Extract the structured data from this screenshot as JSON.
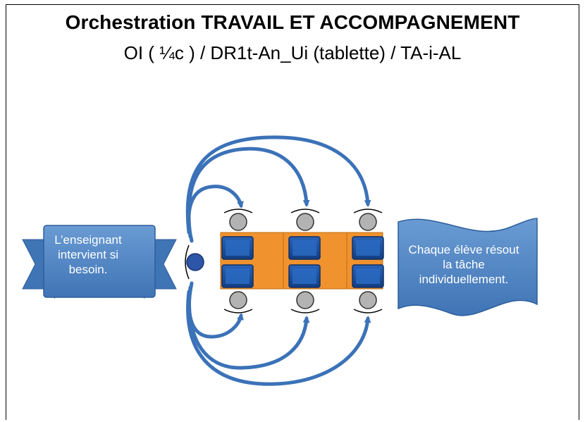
{
  "title": "Orchestration TRAVAIL ET ACCOMPAGNEMENT",
  "subtitle": "OI ( ¼c ) / DR1t-An_Ui (tablette) / TA-i-AL",
  "left_banner": {
    "lines": [
      "L’enseignant",
      "intervient si",
      "besoin."
    ]
  },
  "right_banner": {
    "lines": [
      "Chaque élève résout",
      "la tâche",
      "individuellement."
    ]
  },
  "colors": {
    "arrow": "#3b72b8",
    "banner": "#4f86c6",
    "table": "#f0922e",
    "tablet": "#1e4f9b",
    "student_head": "#b3b3b3",
    "teacher": "#2d55a8"
  },
  "icons": [
    "teacher-icon",
    "student-icon",
    "tablet-icon",
    "table-icon",
    "arrow-icon"
  ]
}
